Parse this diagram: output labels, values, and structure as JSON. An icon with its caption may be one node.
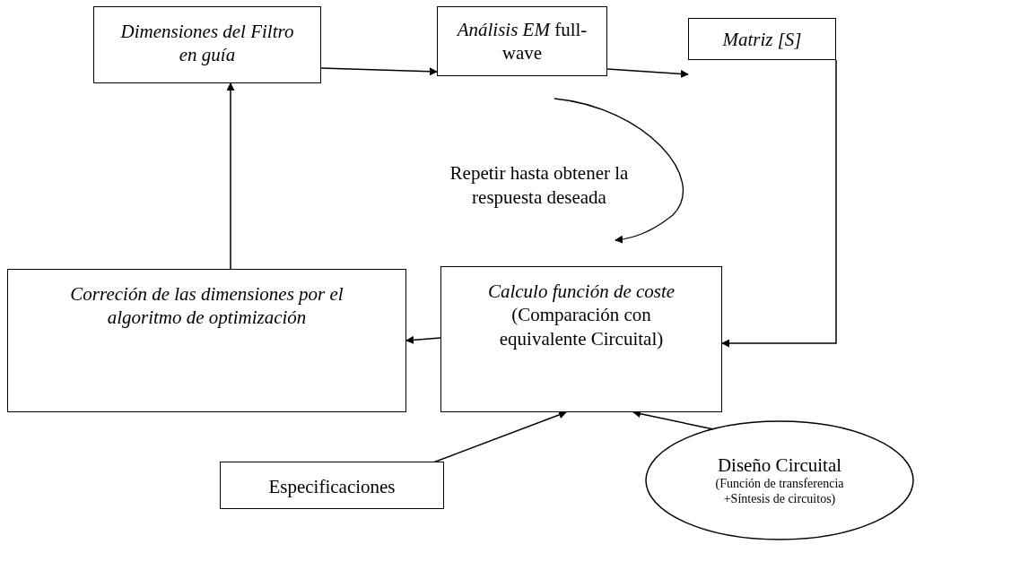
{
  "diagram": {
    "nodes": [
      {
        "text": [
          "Dimensiones del Filtro en guía"
        ]
      },
      {
        "text": [
          "*Análisis EM* full-wave"
        ]
      },
      {
        "text": [
          "Matriz [S]"
        ]
      },
      {
        "text": [
          "Correción de las dimensiones por el algoritmo de optimización"
        ]
      },
      {
        "text": [
          "Calculo función de coste",
          "(Comparación con equivalente Circuital)"
        ]
      },
      {
        "text": [
          "Especificaciones"
        ]
      },
      {
        "text": [
          "Diseño Circuital",
          "(Función de transferencia +Síntesis de circuitos)"
        ]
      }
    ],
    "edges": [
      {
        "from": 0,
        "to": 1,
        "arrow": "to"
      },
      {
        "from": 1,
        "to": 2,
        "arrow": "to"
      },
      {
        "from": 2,
        "to": 4,
        "arrow": "to"
      },
      {
        "from": 4,
        "to": 3,
        "arrow": "to"
      },
      {
        "from": 3,
        "to": 0,
        "arrow": "to"
      },
      {
        "from": 5,
        "to": 4,
        "arrow": "to"
      },
      {
        "from": 6,
        "to": 4,
        "arrow": "to"
      }
    ],
    "labels": [
      "Repetir hasta obtener la respuesta deseada"
    ]
  }
}
